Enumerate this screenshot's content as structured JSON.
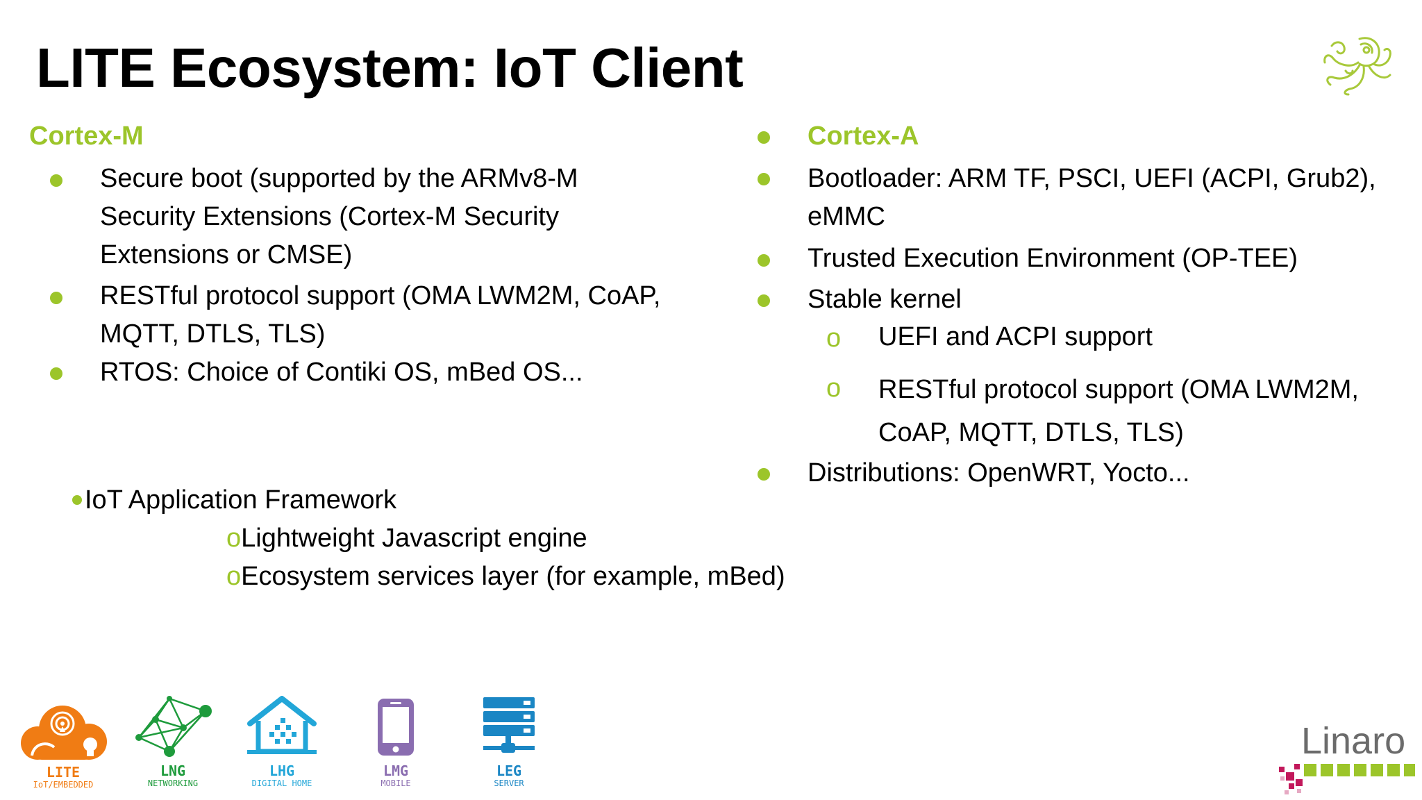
{
  "title": "LITE Ecosystem: IoT Client",
  "left": {
    "heading": "Cortex-M",
    "items": [
      "Secure boot (supported by the ARMv8-M Security Extensions (Cortex-M Security Extensions or CMSE)",
      "RESTful protocol support (OMA LWM2M, CoAP, MQTT, DTLS, TLS)",
      "RTOS: Choice of Contiki OS, mBed OS..."
    ]
  },
  "right": {
    "heading": "Cortex-A",
    "items": [
      "Bootloader: ARM TF, PSCI, UEFI (ACPI, Grub2), eMMC",
      "Trusted Execution Environment (OP-TEE)",
      "Stable kernel"
    ],
    "subitems": [
      "UEFI and ACPI support",
      "RESTful protocol support (OMA LWM2M, CoAP, MQTT, DTLS, TLS)"
    ],
    "last_item": "Distributions: OpenWRT, Yocto..."
  },
  "framework": {
    "bullet": "IoT Application Framework",
    "bullet_glyph": "o",
    "subitems": [
      "Lightweight Javascript engine",
      "Ecosystem services layer (for example, mBed)"
    ]
  },
  "segments": [
    {
      "abbr": "LITE",
      "label": "IoT/EMBEDDED",
      "color": "#f07c14",
      "icon": "cloud-icon"
    },
    {
      "abbr": "LNG",
      "label": "NETWORKING",
      "color": "#1e9b3c",
      "icon": "network-icon"
    },
    {
      "abbr": "LHG",
      "label": "DIGITAL HOME",
      "color": "#22a6d8",
      "icon": "home-icon"
    },
    {
      "abbr": "LMG",
      "label": "MOBILE",
      "color": "#8a6db0",
      "icon": "phone-icon"
    },
    {
      "abbr": "LEG",
      "label": "SERVER",
      "color": "#1a86c4",
      "icon": "server-icon"
    }
  ],
  "logo": {
    "text": "Linaro",
    "icon": "linaro-logo-icon"
  },
  "colors": {
    "accent": "#9cc52a",
    "text": "#000000"
  }
}
